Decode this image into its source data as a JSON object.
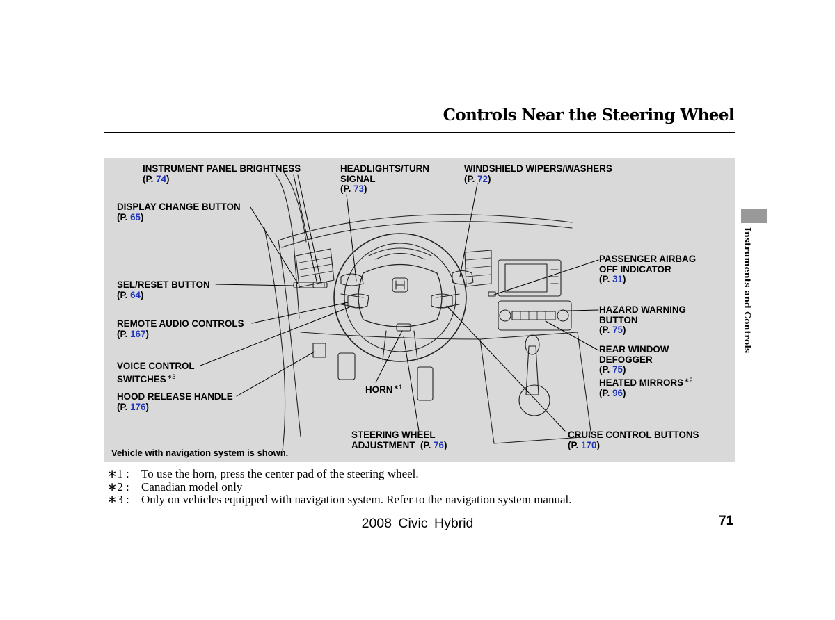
{
  "page": {
    "title": "Controls Near the Steering Wheel",
    "side_label": "Instruments and Controls",
    "page_number": "71",
    "footer": "2008 Civic Hybrid"
  },
  "figure": {
    "caption": "Vehicle with navigation system is shown.",
    "callouts": {
      "instrument_panel_brightness": {
        "label": "INSTRUMENT PANEL BRIGHTNESS",
        "prefix": "(P. ",
        "page": "74",
        "suffix": ")"
      },
      "headlights_turn_signal": {
        "label": "HEADLIGHTS/TURN",
        "label2": "SIGNAL",
        "prefix": "(P. ",
        "page": "73",
        "suffix": ")"
      },
      "windshield_wipers": {
        "label": "WINDSHIELD WIPERS/WASHERS",
        "prefix": "(P. ",
        "page": "72",
        "suffix": ")"
      },
      "display_change_button": {
        "label": "DISPLAY CHANGE BUTTON",
        "prefix": "(P. ",
        "page": "65",
        "suffix": ")"
      },
      "passenger_airbag": {
        "label": "PASSENGER AIRBAG",
        "label2": "OFF INDICATOR",
        "prefix": "(P. ",
        "page": "31",
        "suffix": ")"
      },
      "sel_reset_button": {
        "label": "SEL/RESET BUTTON",
        "prefix": "(P. ",
        "page": "64",
        "suffix": ")"
      },
      "hazard_warning": {
        "label": "HAZARD WARNING",
        "label2": "BUTTON",
        "prefix": "(P. ",
        "page": "75",
        "suffix": ")"
      },
      "remote_audio": {
        "label": "REMOTE AUDIO CONTROLS",
        "prefix": "(P. ",
        "page": "167",
        "suffix": ")"
      },
      "rear_window_defogger": {
        "label": "REAR WINDOW",
        "label2": "DEFOGGER",
        "prefix": "(P. ",
        "page": "75",
        "suffix": ")"
      },
      "voice_control": {
        "label": "VOICE CONTROL",
        "label2": "SWITCHES",
        "mark": "∗3"
      },
      "heated_mirrors": {
        "label": "HEATED MIRRORS",
        "mark": "∗2",
        "prefix": "(P. ",
        "page": "96",
        "suffix": ")"
      },
      "horn": {
        "label": "HORN",
        "mark": "∗1"
      },
      "hood_release": {
        "label": "HOOD RELEASE HANDLE",
        "prefix": "(P. ",
        "page": "176",
        "suffix": ")"
      },
      "steering_adjustment": {
        "label": "STEERING WHEEL",
        "label2": "ADJUSTMENT",
        "prefix": "(P. ",
        "page": "76",
        "suffix": ")"
      },
      "cruise_control": {
        "label": "CRUISE CONTROL BUTTONS",
        "prefix": "(P. ",
        "page": "170",
        "suffix": ")"
      }
    }
  },
  "footnotes": [
    {
      "key": "∗1 :",
      "text": "To use the horn, press the center pad of the steering wheel."
    },
    {
      "key": "∗2 :",
      "text": "Canadian model only"
    },
    {
      "key": "∗3 :",
      "text": "Only on vehicles equipped with navigation system. Refer to the navigation system manual."
    }
  ]
}
